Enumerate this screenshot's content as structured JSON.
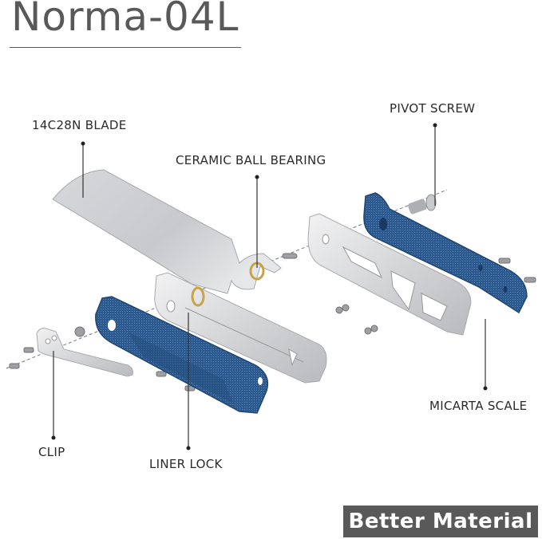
{
  "title": "Norma-04L",
  "badge": {
    "label": "Better Material"
  },
  "callouts": {
    "blade": "14C28N BLADE",
    "bearing": "CERAMIC BALL BEARING",
    "pivot_screw": "PIVOT SCREW",
    "micarta_scale": "MICARTA SCALE",
    "clip": "CLIP",
    "liner_lock": "LINER LOCK"
  },
  "colors": {
    "title": "#595959",
    "badge_bg": "#595959",
    "badge_text": "#ffffff",
    "micarta_blue": "#2f5e93",
    "steel": "#d9dadc",
    "bearing_gold": "#c9a24a"
  }
}
